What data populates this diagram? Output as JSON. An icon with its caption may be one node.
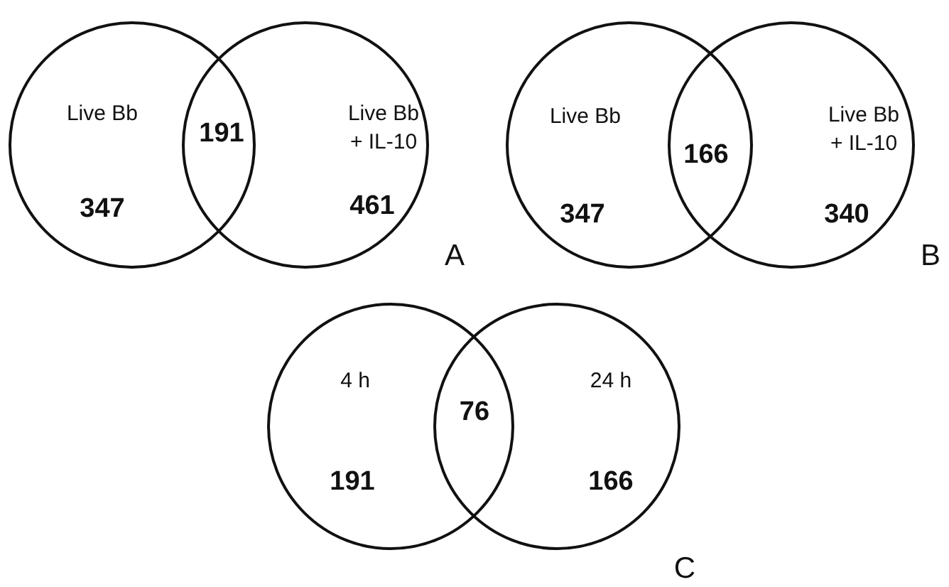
{
  "diagram": {
    "nodes": [
      {
        "text": [
          "Live Bb",
          "347"
        ]
      },
      {
        "text": [
          "Live Bb + IL-10",
          "461"
        ]
      },
      {
        "text": [
          "Live Bb",
          "347"
        ]
      },
      {
        "text": [
          "Live Bb + IL-10",
          "340"
        ]
      },
      {
        "text": [
          "4 h",
          "191"
        ]
      },
      {
        "text": [
          "24 h",
          "166"
        ]
      }
    ],
    "labels": [
      "191",
      "A",
      "166",
      "B",
      "76",
      "C"
    ]
  }
}
